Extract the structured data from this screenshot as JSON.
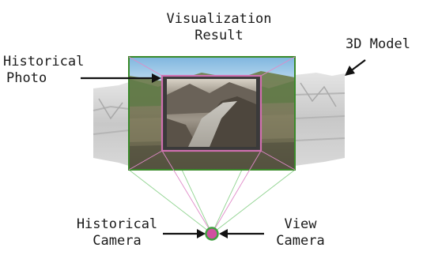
{
  "labels": {
    "viz_line1": "Visualization",
    "viz_line2": "Result",
    "model": "3D Model",
    "photo_line1": "Historical",
    "photo_line2": "Photo",
    "hcam_line1": "Historical",
    "hcam_line2": "Camera",
    "vcam_line1": "View",
    "vcam_line2": "Camera"
  },
  "colors": {
    "viz_frame": "#3a8a2a",
    "photo_frame": "#d070b0",
    "hist_rays": "#e08ac8",
    "view_rays": "#8fd38f",
    "camera_dot": "#d050a0",
    "camera_ring": "#40a040",
    "sky": "#8fbfe0"
  }
}
